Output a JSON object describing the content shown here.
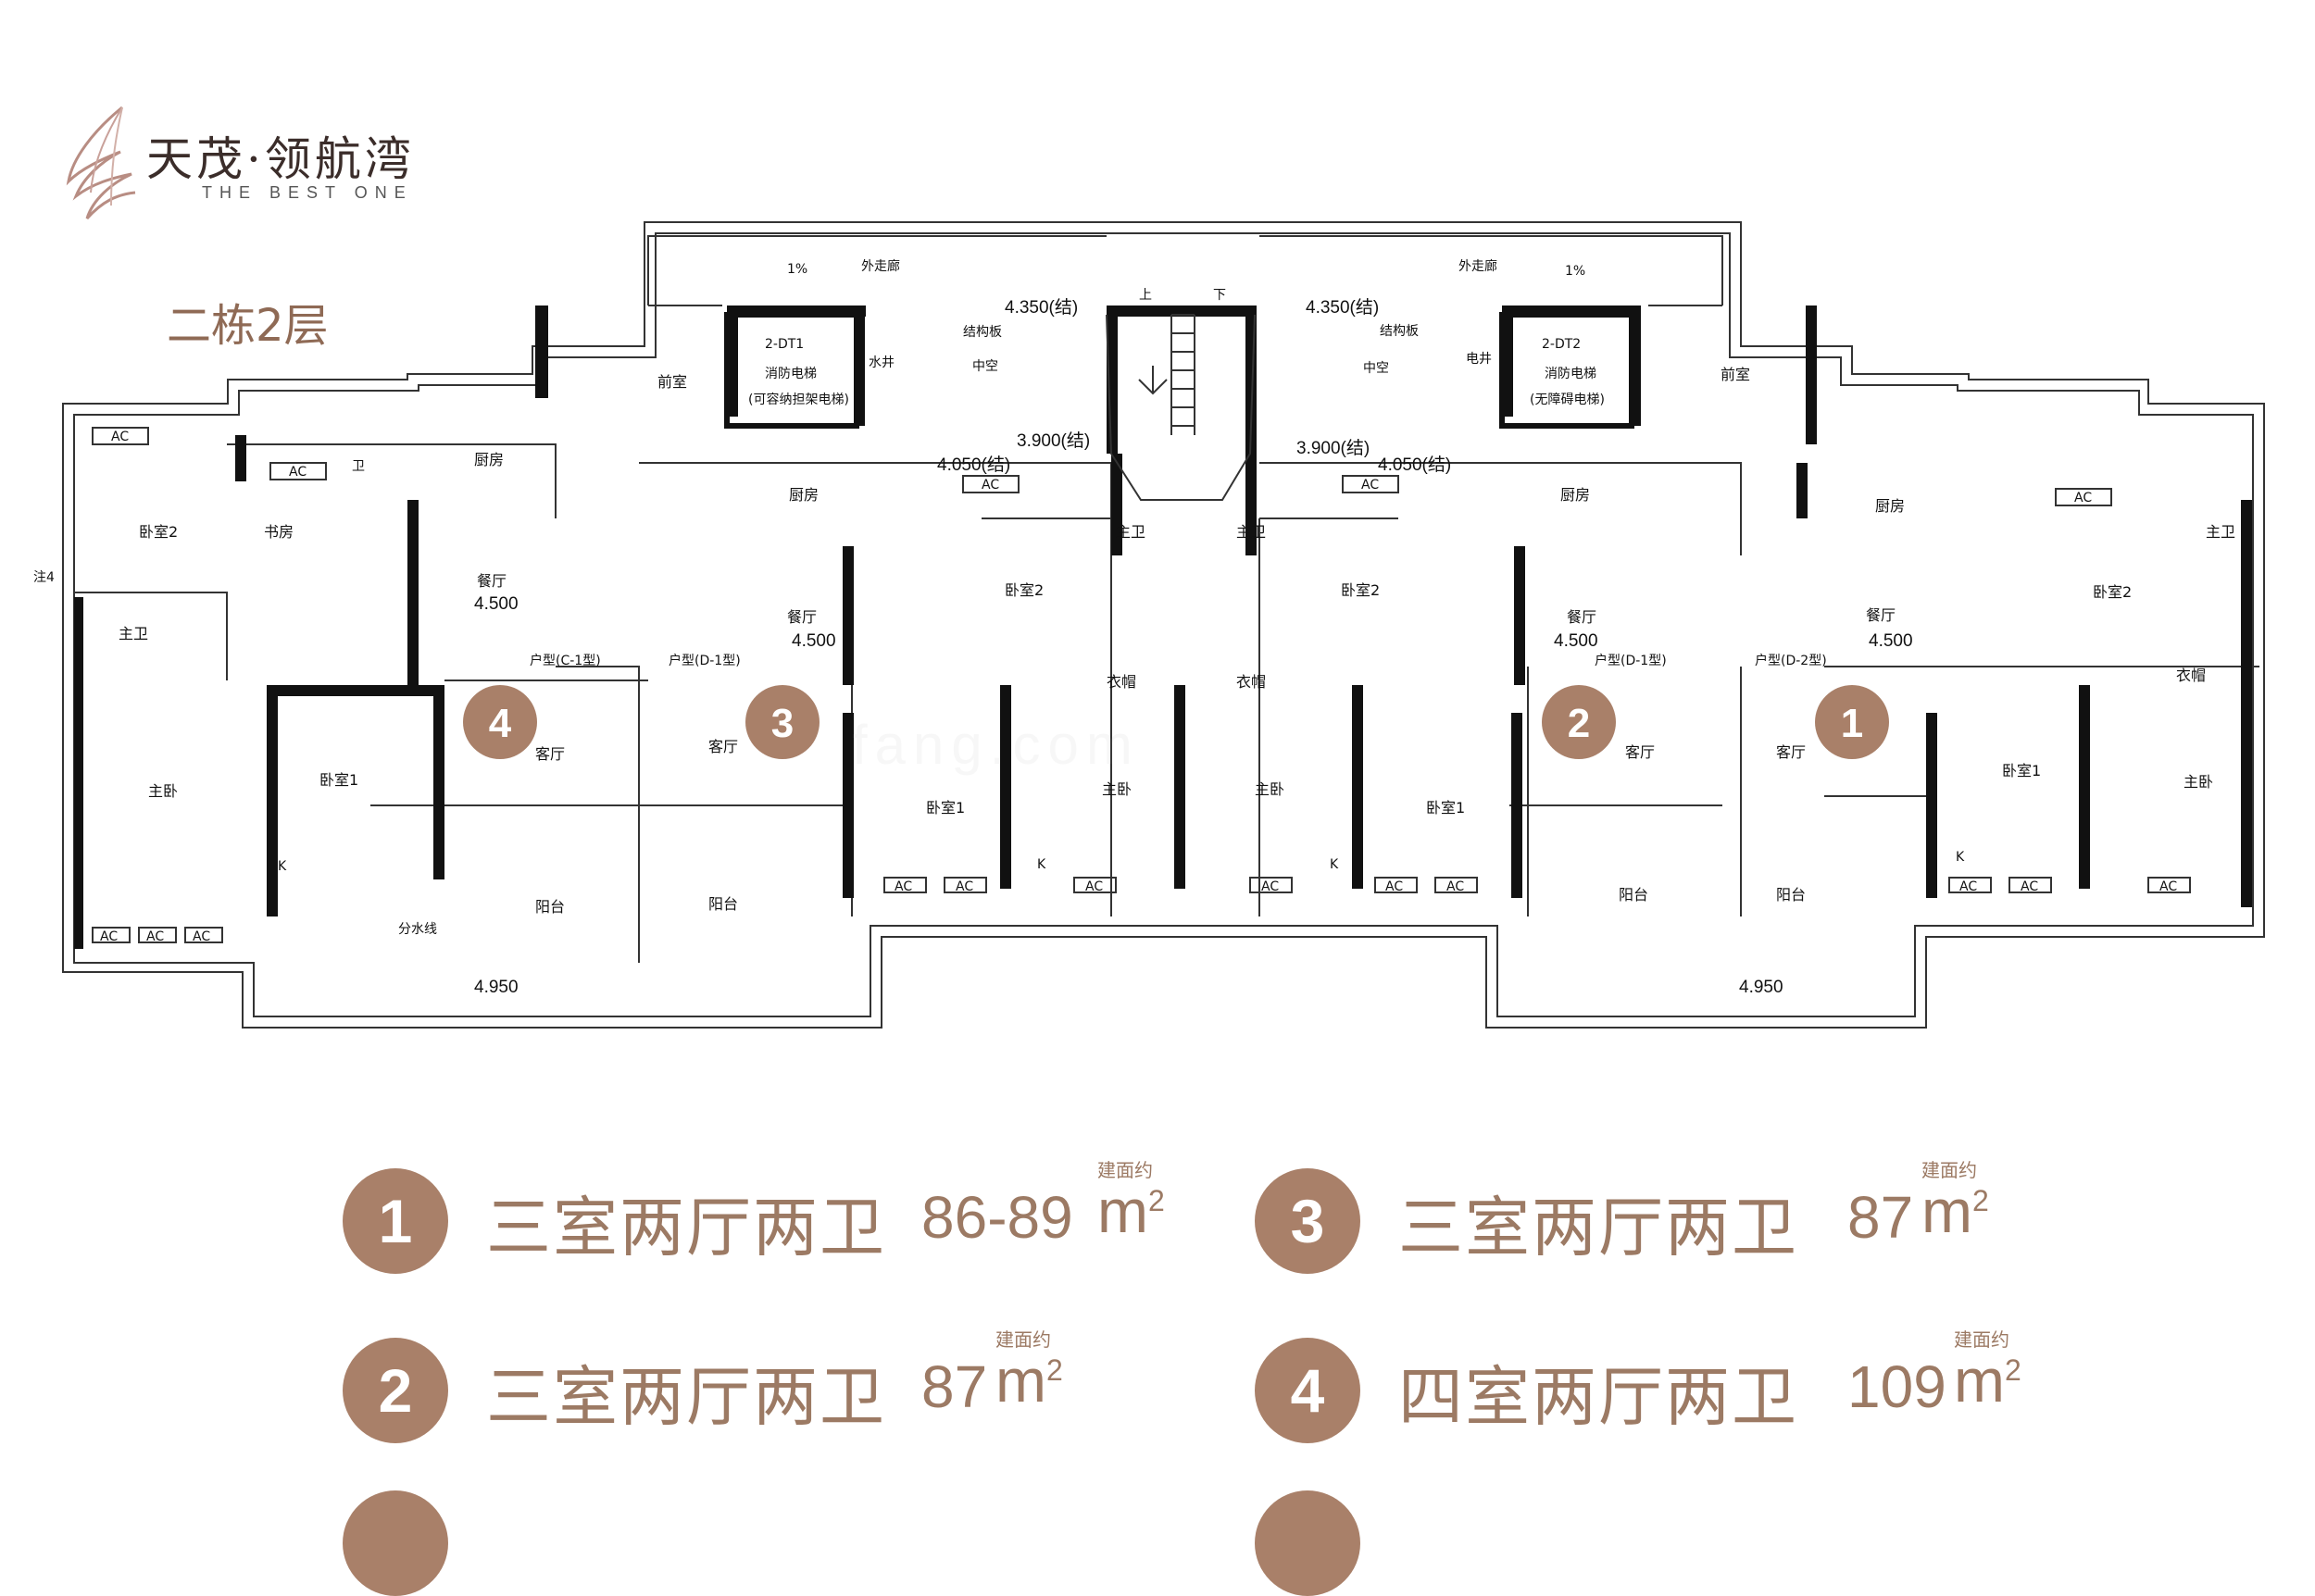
{
  "brand": {
    "name": "天茂·领航湾",
    "subtitle": "THE BEST ONE",
    "colors": {
      "logo": "#b88d83",
      "text": "#3b2d2a"
    }
  },
  "floor_title": "二栋2层",
  "watermark": "fang.com",
  "plan": {
    "corridor_label": "外走廊",
    "slope": "1%",
    "elevators": [
      {
        "code": "2-DT1",
        "line1": "消防电梯",
        "line2": "(可容纳担架电梯)"
      },
      {
        "code": "2-DT2",
        "line1": "消防电梯",
        "line2": "(无障碍电梯)"
      }
    ],
    "labels": {
      "front_room": "前室",
      "kitchen": "厨房",
      "dining": "餐厅",
      "living": "客厅",
      "balcony": "阳台",
      "master": "主卧",
      "master_bath": "主卫",
      "bedroom1": "卧室1",
      "bedroom2": "卧室2",
      "study": "书房",
      "wardrobe": "衣帽",
      "void": "中空",
      "structure": "结构板",
      "water_well": "水井",
      "elec_well": "电井",
      "ac": "AC",
      "k": "K",
      "bath": "卫",
      "drain_line": "分水线",
      "note": "注4",
      "up": "上",
      "down": "下"
    },
    "levels": {
      "l4350": "4.350(结)",
      "l4050": "4.050(结)",
      "l3900": "3.900(结)",
      "l4500": "4.500",
      "l4950": "4.950"
    },
    "unit_types": {
      "c1": "户型(C-1型)",
      "d1": "户型(D-1型)",
      "d2": "户型(D-2型)"
    },
    "unit_badges": [
      "4",
      "3",
      "2",
      "1"
    ]
  },
  "legend": [
    {
      "num": "1",
      "text": "三室两厅两卫",
      "size": "86-89",
      "tag": "建面约",
      "unit": "m",
      "sup": "2"
    },
    {
      "num": "3",
      "text": "三室两厅两卫",
      "size": "87",
      "tag": "建面约",
      "unit": "m",
      "sup": "2"
    },
    {
      "num": "2",
      "text": "三室两厅两卫",
      "size": "87",
      "tag": "建面约",
      "unit": "m",
      "sup": "2"
    },
    {
      "num": "4",
      "text": "四室两厅两卫",
      "size": "109",
      "tag": "建面约",
      "unit": "m",
      "sup": "2"
    }
  ],
  "colors": {
    "accent": "#a98069",
    "legend_text": "#9c7a64",
    "title": "#8f6a55",
    "wall": "#111111"
  }
}
